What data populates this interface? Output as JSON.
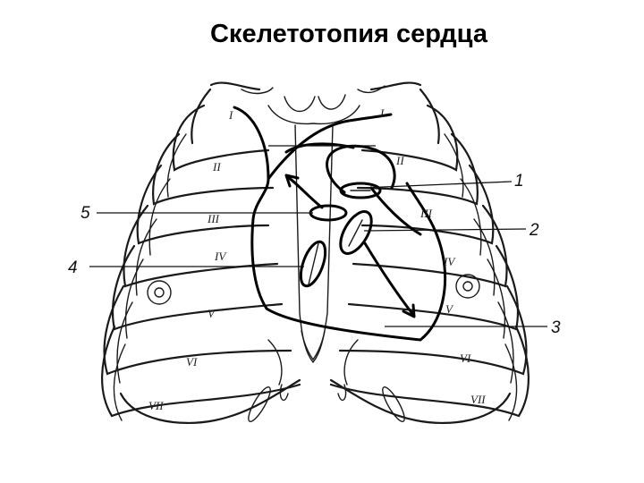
{
  "title": "Скелетотопия сердца",
  "ribs_left": [
    "I",
    "II",
    "III",
    "IV",
    "V",
    "VI",
    "VII"
  ],
  "ribs_right": [
    "I",
    "II",
    "III",
    "IV",
    "V",
    "VI",
    "VII"
  ],
  "markers": [
    "1",
    "2",
    "3",
    "4",
    "5"
  ]
}
